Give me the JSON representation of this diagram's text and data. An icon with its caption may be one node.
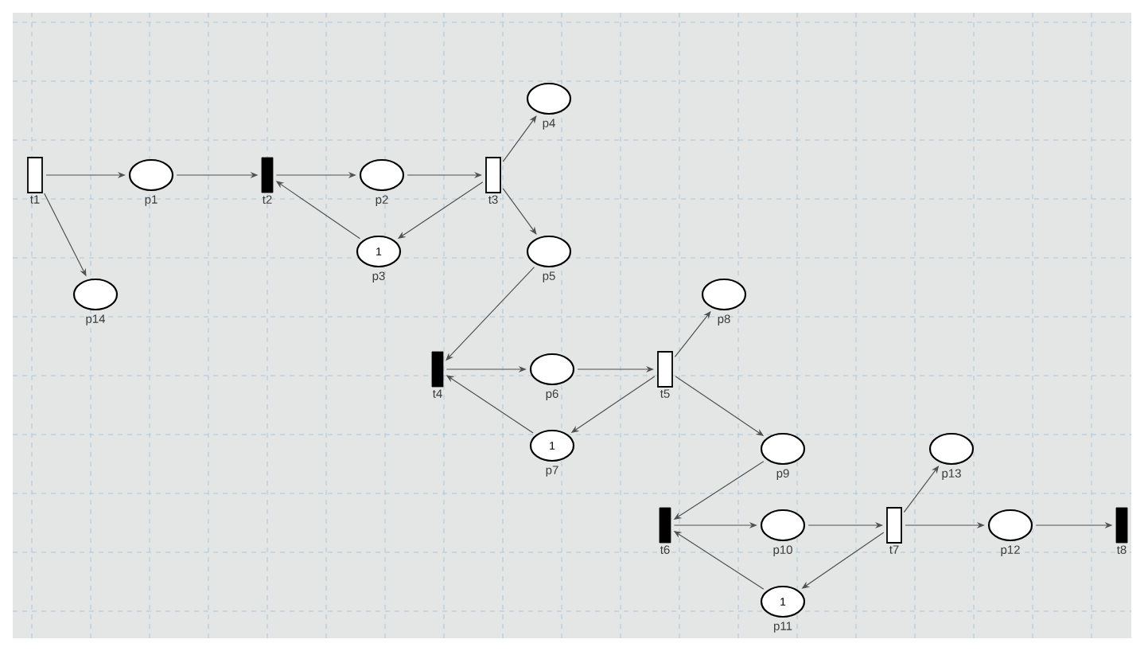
{
  "diagram": {
    "nodes": [
      {
        "text": [],
        "shape": "box",
        "beside": [
          "t1"
        ]
      },
      {
        "text": [],
        "shape": "ellipse",
        "beside": [
          "p1"
        ]
      },
      {
        "text": [],
        "shape": "bar",
        "beside": [
          "t2"
        ]
      },
      {
        "text": [],
        "shape": "ellipse",
        "beside": [
          "p2"
        ]
      },
      {
        "text": [],
        "shape": "box",
        "beside": [
          "t3"
        ]
      },
      {
        "text": [],
        "shape": "ellipse",
        "beside": [
          "p4"
        ]
      },
      {
        "text": [
          "1"
        ],
        "beside": [
          "p3"
        ]
      },
      {
        "text": [],
        "shape": "ellipse",
        "beside": [
          "p5"
        ]
      },
      {
        "text": [],
        "shape": "ellipse",
        "beside": [
          "p14"
        ]
      },
      {
        "text": [],
        "shape": "bar",
        "beside": [
          "t4"
        ]
      },
      {
        "text": [],
        "shape": "ellipse",
        "beside": [
          "p6"
        ]
      },
      {
        "text": [],
        "shape": "box",
        "beside": [
          "t5"
        ]
      },
      {
        "text": [],
        "shape": "ellipse",
        "beside": [
          "p8"
        ]
      },
      {
        "text": [
          "1"
        ],
        "beside": [
          "p7"
        ]
      },
      {
        "text": [],
        "shape": "ellipse",
        "beside": [
          "p9"
        ]
      },
      {
        "text": [],
        "shape": "bar",
        "beside": [
          "t6"
        ]
      },
      {
        "text": [],
        "shape": "ellipse",
        "beside": [
          "p10"
        ]
      },
      {
        "text": [],
        "shape": "box",
        "beside": [
          "t7"
        ]
      },
      {
        "text": [],
        "shape": "ellipse",
        "beside": [
          "p13"
        ]
      },
      {
        "text": [
          "1"
        ],
        "beside": [
          "p11"
        ]
      },
      {
        "text": [],
        "shape": "ellipse",
        "beside": [
          "p12"
        ]
      },
      {
        "text": [],
        "shape": "bar",
        "beside": [
          "t8"
        ]
      }
    ],
    "edges": [
      {
        "from": 0,
        "to": 1,
        "arrow": "to"
      },
      {
        "from": 0,
        "to": 8,
        "arrow": "to"
      },
      {
        "from": 1,
        "to": 2,
        "arrow": "to"
      },
      {
        "from": 2,
        "to": 3,
        "arrow": "to"
      },
      {
        "from": 3,
        "to": 4,
        "arrow": "to"
      },
      {
        "from": 4,
        "to": 5,
        "arrow": "to"
      },
      {
        "from": 4,
        "to": 6,
        "arrow": "to"
      },
      {
        "from": 6,
        "to": 2,
        "arrow": "to"
      },
      {
        "from": 4,
        "to": 7,
        "arrow": "to"
      },
      {
        "from": 7,
        "to": 9,
        "arrow": "to"
      },
      {
        "from": 9,
        "to": 10,
        "arrow": "to"
      },
      {
        "from": 10,
        "to": 11,
        "arrow": "to"
      },
      {
        "from": 11,
        "to": 12,
        "arrow": "to"
      },
      {
        "from": 11,
        "to": 13,
        "arrow": "to"
      },
      {
        "from": 13,
        "to": 9,
        "arrow": "to"
      },
      {
        "from": 11,
        "to": 14,
        "arrow": "to"
      },
      {
        "from": 14,
        "to": 15,
        "arrow": "to"
      },
      {
        "from": 15,
        "to": 16,
        "arrow": "to"
      },
      {
        "from": 16,
        "to": 17,
        "arrow": "to"
      },
      {
        "from": 17,
        "to": 18,
        "arrow": "to"
      },
      {
        "from": 17,
        "to": 19,
        "arrow": "to"
      },
      {
        "from": 19,
        "to": 15,
        "arrow": "to"
      },
      {
        "from": 17,
        "to": 20,
        "arrow": "to"
      },
      {
        "from": 20,
        "to": 21,
        "arrow": "to"
      }
    ]
  }
}
